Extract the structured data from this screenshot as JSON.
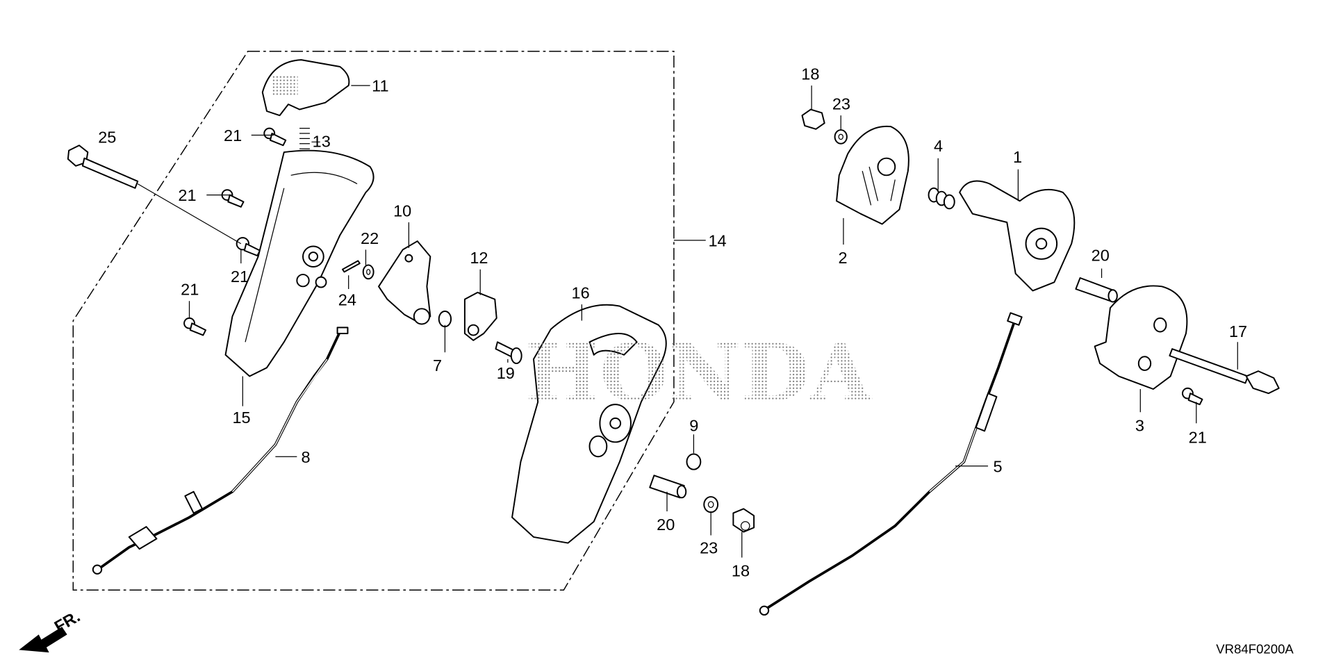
{
  "diagram": {
    "watermark": "HONDA",
    "diagram_code": "VR84F0200A",
    "front_indicator": "FR.",
    "callouts": {
      "c1": "1",
      "c2": "2",
      "c3": "3",
      "c4": "4",
      "c5": "5",
      "c7": "7",
      "c8": "8",
      "c9": "9",
      "c10": "10",
      "c11": "11",
      "c12": "12",
      "c13": "13",
      "c14": "14",
      "c15": "15",
      "c16": "16",
      "c17": "17",
      "c18a": "18",
      "c18b": "18",
      "c19": "19",
      "c20a": "20",
      "c20b": "20",
      "c21a": "21",
      "c21b": "21",
      "c21c": "21",
      "c21d": "21",
      "c21e": "21",
      "c22": "22",
      "c23a": "23",
      "c23b": "23",
      "c24": "24",
      "c25": "25"
    }
  }
}
